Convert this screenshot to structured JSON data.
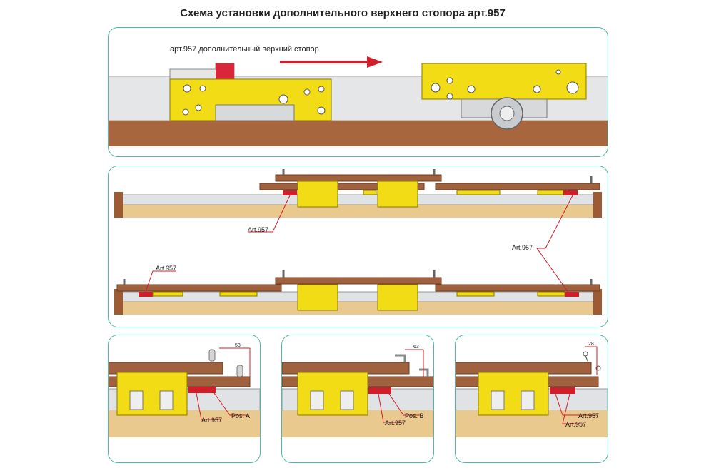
{
  "title": "Схема установки дополнительного верхнего стопора арт.957",
  "panel1": {
    "caption": "арт.957 дополнительный верхний стопор"
  },
  "panel2": {
    "label_left_top": "Art.957",
    "label_right": "Art.957",
    "label_left_bottom": "Art.957"
  },
  "panelA": {
    "dim": "58",
    "art": "Art.957",
    "pos": "Pos. A"
  },
  "panelB": {
    "dim": "63",
    "art": "Art.957",
    "pos": "Pos. B"
  },
  "panelC": {
    "dim": "28",
    "art1": "Art.957",
    "art2": "Art.957"
  },
  "colors": {
    "frame": "#4fb8a8",
    "wood": "#a0613e",
    "lightwood": "#efd09a",
    "yellow": "#f5e21a",
    "red": "#d11e2b",
    "rail": "#cfd4d6"
  }
}
